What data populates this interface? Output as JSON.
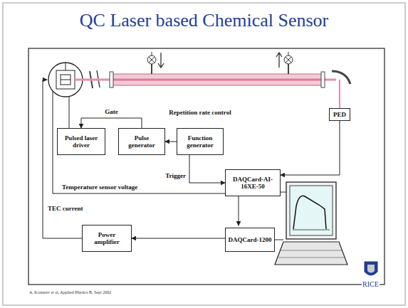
{
  "diagram": {
    "title": "QC Laser based Chemical Sensor",
    "nodes": [
      {
        "text": [
          "PED"
        ]
      },
      {
        "text": [
          "Pulsed laser driver"
        ]
      },
      {
        "text": [
          "Pulse generator"
        ]
      },
      {
        "text": [
          "Function generator"
        ]
      },
      {
        "text": [
          "DAQCard-AI-16XE-50"
        ]
      },
      {
        "text": [
          "Power amplifier"
        ]
      },
      {
        "text": [
          "DAQCard-1200"
        ]
      }
    ],
    "edges": [
      {
        "from": 2,
        "to": 1,
        "label": "Gate",
        "arrow": "to"
      },
      {
        "from": 3,
        "to": 2,
        "label": "Repetition rate control",
        "arrow": "to"
      },
      {
        "from": 3,
        "to": 4,
        "label": "Trigger",
        "arrow": "to"
      },
      {
        "from": 0,
        "to": 4,
        "arrow": "to"
      },
      {
        "from": 6,
        "to": 5,
        "arrow": "to"
      }
    ],
    "labels": [
      "Temperature sensor voltage",
      "TEC current",
      "A. Kosterev et al, Applied Physics B, Sept 2002",
      "RICE"
    ]
  }
}
